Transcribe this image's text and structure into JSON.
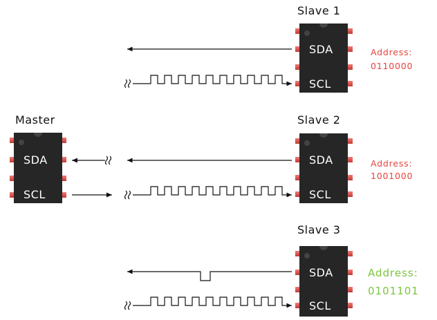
{
  "master": {
    "title": "Master",
    "sda": "SDA",
    "scl": "SCL"
  },
  "slaves": [
    {
      "title": "Slave 1",
      "sda": "SDA",
      "scl": "SCL",
      "address_label": "Address:",
      "address": "0110000",
      "address_color": "#e8433e"
    },
    {
      "title": "Slave 2",
      "sda": "SDA",
      "scl": "SCL",
      "address_label": "Address:",
      "address": "1001000",
      "address_color": "#e8433e"
    },
    {
      "title": "Slave 3",
      "sda": "SDA",
      "scl": "SCL",
      "address_label": "Address:",
      "address": "0101101",
      "address_color": "#7cc53d"
    }
  ],
  "colors": {
    "chip_body": "#262626",
    "pin": "#d9534f",
    "wire": "#111111"
  }
}
